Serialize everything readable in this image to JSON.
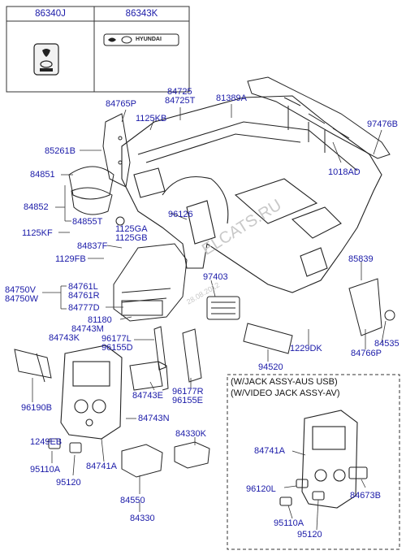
{
  "header_table": {
    "col1": "86340J",
    "col2": "86343K",
    "logo_text": "HYUNDAI"
  },
  "watermarks": {
    "site": "ELCATS.RU",
    "date": "28.08.2012"
  },
  "inset_note": {
    "line1": "(W/JACK ASSY-AUS  USB)",
    "line2": "(W/VIDEO JACK ASSY-AV)"
  },
  "labels": [
    {
      "id": "84725",
      "text": "84725"
    },
    {
      "id": "84725T",
      "text": "84725T"
    },
    {
      "id": "81389A",
      "text": "81389A"
    },
    {
      "id": "84765P",
      "text": "84765P"
    },
    {
      "id": "1125KB",
      "text": "1125KB"
    },
    {
      "id": "97476B",
      "text": "97476B"
    },
    {
      "id": "85261B",
      "text": "85261B"
    },
    {
      "id": "1018AD",
      "text": "1018AD"
    },
    {
      "id": "84851",
      "text": "84851"
    },
    {
      "id": "84852",
      "text": "84852"
    },
    {
      "id": "96126",
      "text": "96126"
    },
    {
      "id": "84855T",
      "text": "84855T"
    },
    {
      "id": "1125GA",
      "text": "1125GA"
    },
    {
      "id": "1125GB",
      "text": "1125GB"
    },
    {
      "id": "1125KF",
      "text": "1125KF"
    },
    {
      "id": "84837F",
      "text": "84837F"
    },
    {
      "id": "1129FB",
      "text": "1129FB"
    },
    {
      "id": "85839",
      "text": "85839"
    },
    {
      "id": "97403",
      "text": "97403"
    },
    {
      "id": "84750V",
      "text": "84750V"
    },
    {
      "id": "84750W",
      "text": "84750W"
    },
    {
      "id": "84761L",
      "text": "84761L"
    },
    {
      "id": "84761R",
      "text": "84761R"
    },
    {
      "id": "84777D",
      "text": "84777D"
    },
    {
      "id": "81180",
      "text": "81180"
    },
    {
      "id": "84743M",
      "text": "84743M"
    },
    {
      "id": "84743K",
      "text": "84743K"
    },
    {
      "id": "96177L",
      "text": "96177L"
    },
    {
      "id": "96155D",
      "text": "96155D"
    },
    {
      "id": "84535",
      "text": "84535"
    },
    {
      "id": "1229DK",
      "text": "1229DK"
    },
    {
      "id": "84766P",
      "text": "84766P"
    },
    {
      "id": "94520",
      "text": "94520"
    },
    {
      "id": "84743E",
      "text": "84743E"
    },
    {
      "id": "96177R",
      "text": "96177R"
    },
    {
      "id": "96155E",
      "text": "96155E"
    },
    {
      "id": "96190B",
      "text": "96190B"
    },
    {
      "id": "84743N",
      "text": "84743N"
    },
    {
      "id": "1249EB",
      "text": "1249EB"
    },
    {
      "id": "84330K",
      "text": "84330K"
    },
    {
      "id": "95110A",
      "text": "95110A"
    },
    {
      "id": "84741A",
      "text": "84741A"
    },
    {
      "id": "95120",
      "text": "95120"
    },
    {
      "id": "84550",
      "text": "84550"
    },
    {
      "id": "84330",
      "text": "84330"
    },
    {
      "id": "84741A_inset",
      "text": "84741A"
    },
    {
      "id": "96120L",
      "text": "96120L"
    },
    {
      "id": "84673B",
      "text": "84673B"
    },
    {
      "id": "95110A_inset",
      "text": "95110A"
    },
    {
      "id": "95120_inset",
      "text": "95120"
    }
  ]
}
